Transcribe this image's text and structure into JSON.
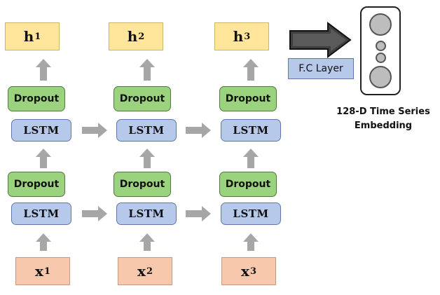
{
  "columns": [
    {
      "h_base": "h",
      "h_sub": "1",
      "x_base": "x",
      "x_sub": "1"
    },
    {
      "h_base": "h",
      "h_sub": "2",
      "x_base": "x",
      "x_sub": "2"
    },
    {
      "h_base": "h",
      "h_sub": "3",
      "x_base": "x",
      "x_sub": "3"
    }
  ],
  "labels": {
    "dropout": "Dropout",
    "lstm": "LSTM",
    "fc_layer": "F.C Layer",
    "embedding_line1": "128-D Time Series",
    "embedding_line2": "Embedding"
  },
  "colors": {
    "output": "#ffe69a",
    "input": "#f7c8ac",
    "dropout": "#9ad27e",
    "lstm": "#b7c9eb",
    "arrow": "#a6a6a6"
  }
}
